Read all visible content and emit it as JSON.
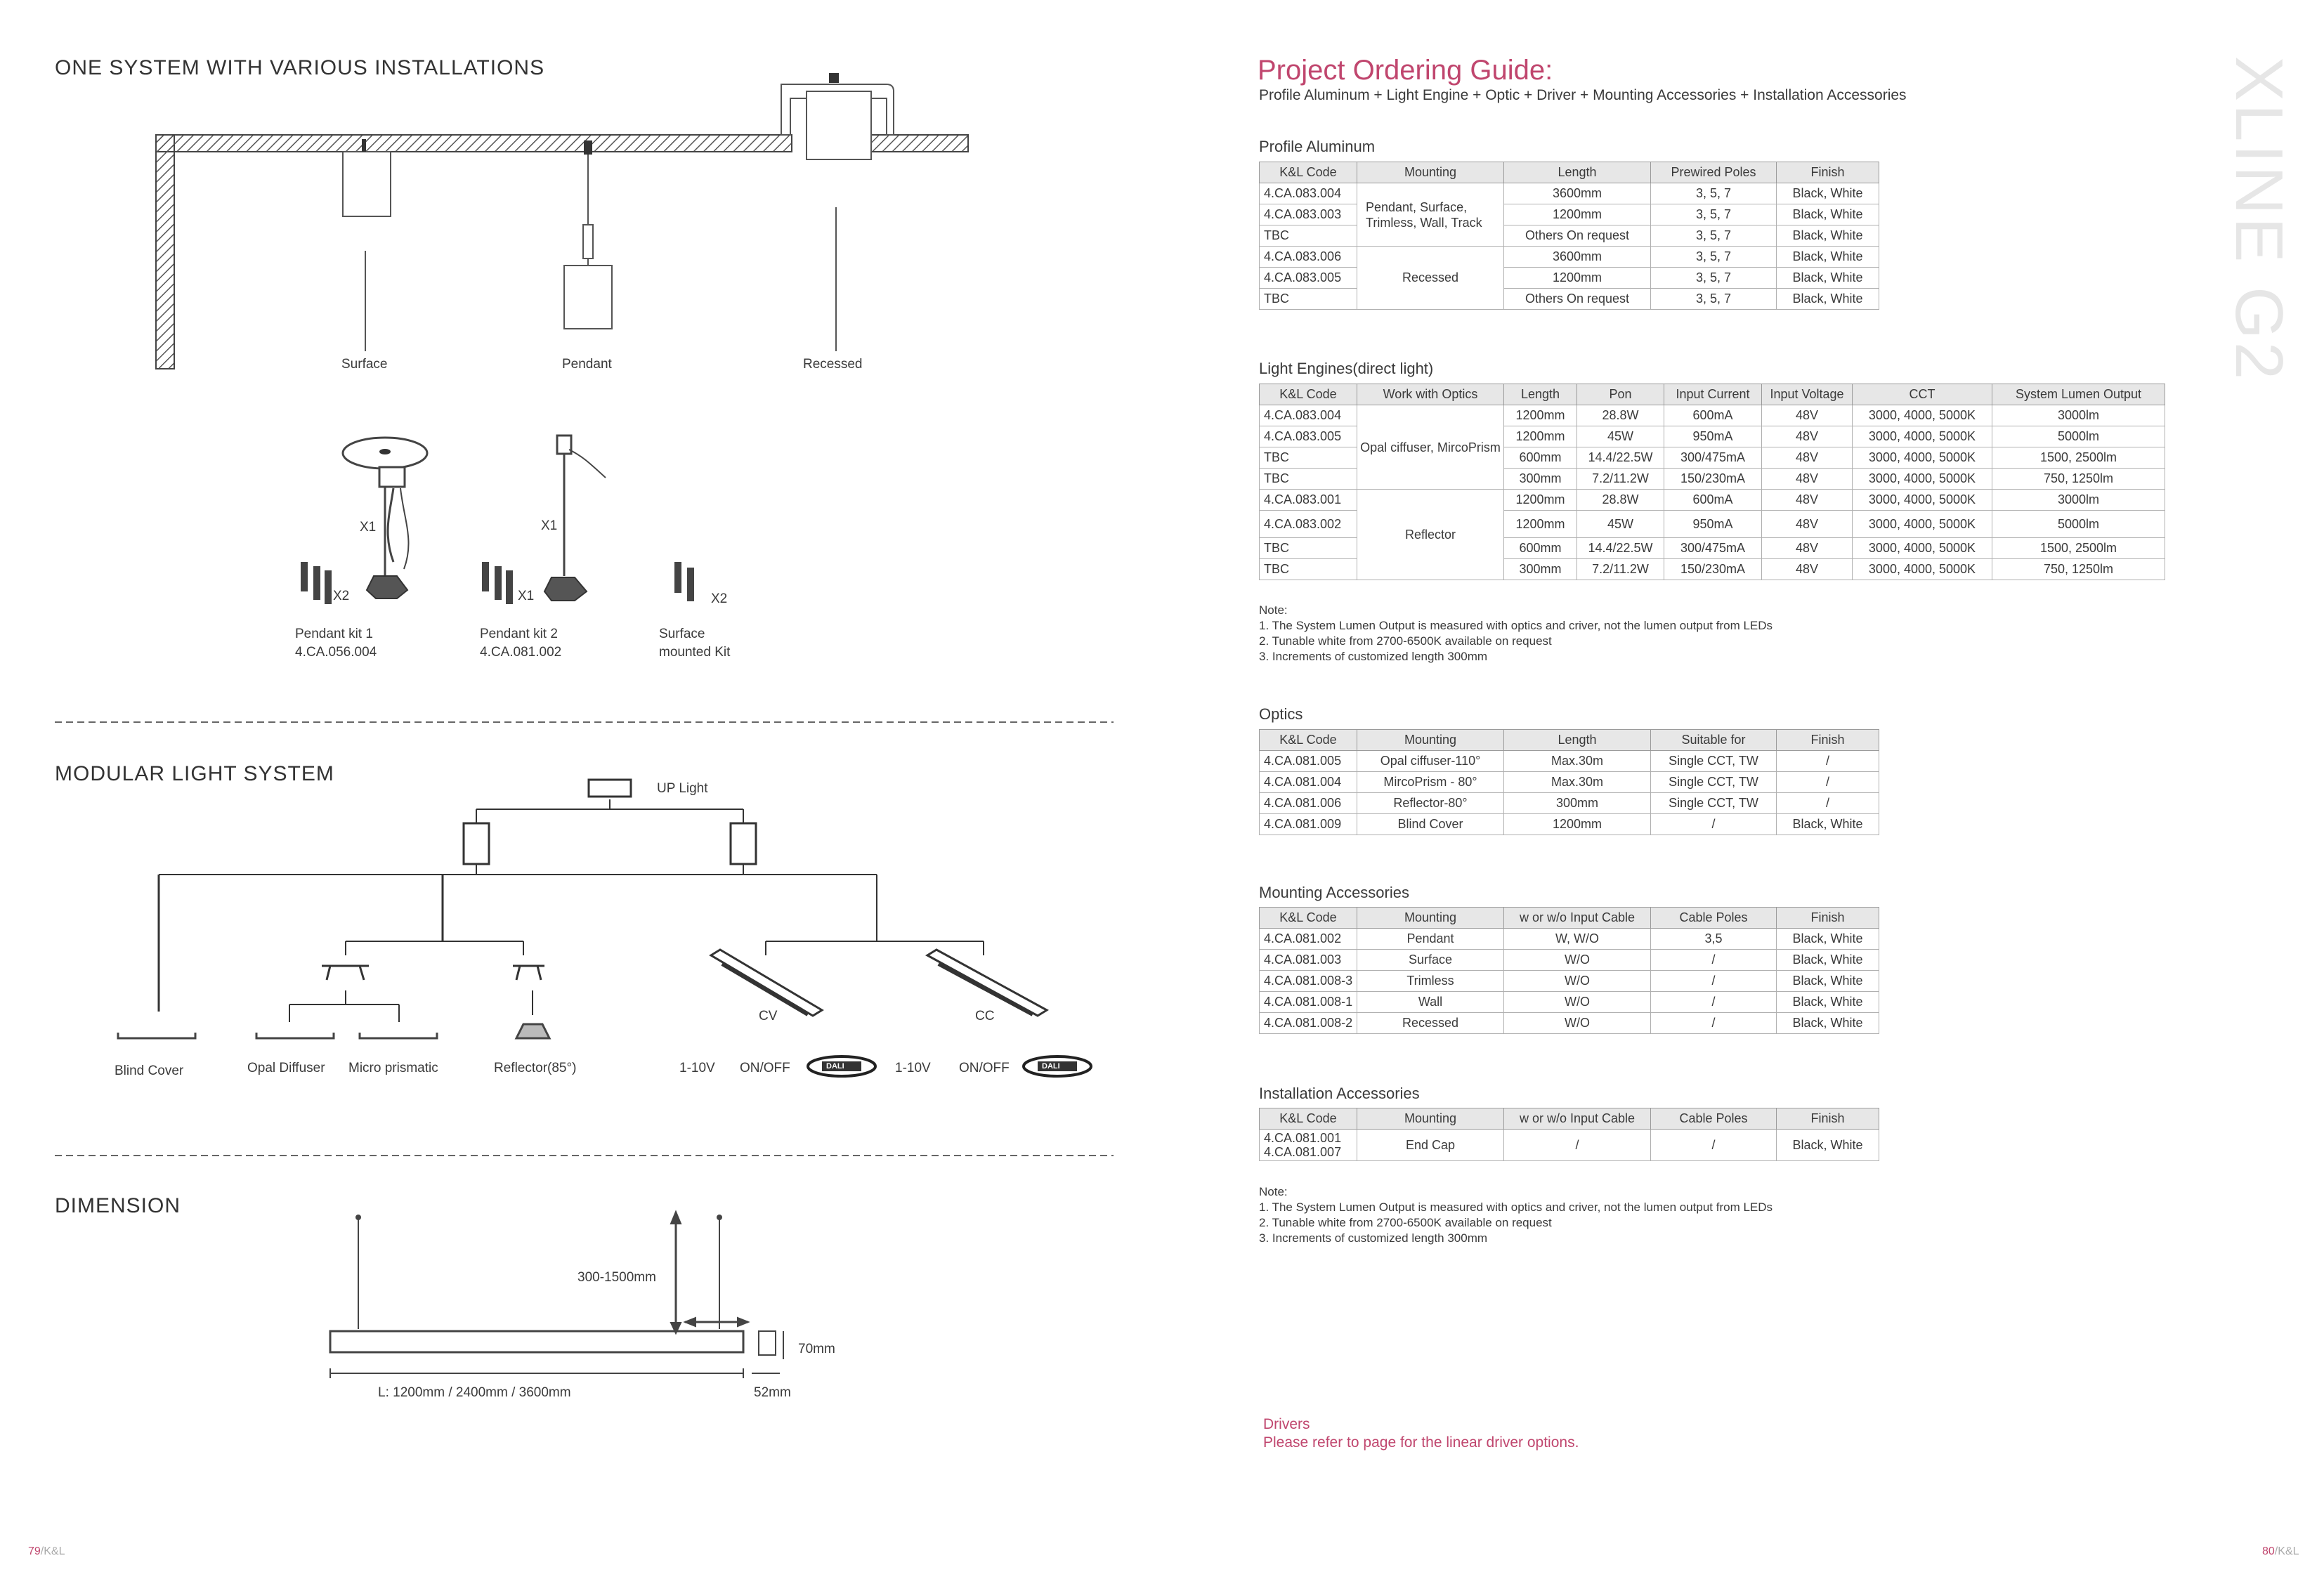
{
  "left": {
    "installations": {
      "title": "ONE SYSTEM WITH VARIOUS INSTALLATIONS",
      "labels": [
        "Surface",
        "Pendant",
        "Recessed"
      ],
      "kits": [
        {
          "name": "Pendant kit 1",
          "code": "4.CA.056.004",
          "qty_main": "X1",
          "qty_screws": "X2"
        },
        {
          "name": "Pendant kit 2",
          "code": "4.CA.081.002",
          "qty_main": "X1",
          "qty_screws": "X1"
        },
        {
          "name": "Surface",
          "name2": "mounted Kit",
          "qty_screws": "X2"
        }
      ]
    },
    "modular": {
      "title": "MODULAR LIGHT SYSTEM",
      "up_light": "UP Light",
      "labels": {
        "blind_cover": "Blind Cover",
        "opal_diffuser": "Opal Diffuser",
        "micro_prismatic": "Micro prismatic",
        "reflector": "Reflector(85°)",
        "cv": "CV",
        "cc": "CC",
        "cv_dim1": "1-10V",
        "cv_dim2": "ON/OFF",
        "cc_dim1": "1-10V",
        "cc_dim2": "ON/OFF",
        "dali": "DALI"
      }
    },
    "dimension": {
      "title": "DIMENSION",
      "suspension": "300-1500mm",
      "height": "70mm",
      "width": "52mm",
      "length": "L: 1200mm / 2400mm / 3600mm"
    },
    "page_number": "79",
    "page_brand": "/K&L"
  },
  "right": {
    "title": "Project Ordering Guide:",
    "subtitle": "Profile Aluminum + Light Engine + Optic + Driver + Mounting Accessories + Installation Accessories",
    "side_title": "XLINE G2",
    "profile": {
      "title": "Profile Aluminum",
      "headers": [
        "K&L Code",
        "Mounting",
        "Length",
        "Prewired Poles",
        "Finish"
      ],
      "mounting_a": "Pendant, Surface, Trimless, Wall, Track",
      "mounting_b": "Recessed",
      "rows": [
        [
          "4.CA.083.004",
          "3600mm",
          "3, 5, 7",
          "Black, White"
        ],
        [
          "4.CA.083.003",
          "1200mm",
          "3, 5, 7",
          "Black, White"
        ],
        [
          "TBC",
          "Others On request",
          "3, 5, 7",
          "Black, White"
        ],
        [
          "4.CA.083.006",
          "3600mm",
          "3, 5, 7",
          "Black, White"
        ],
        [
          "4.CA.083.005",
          "1200mm",
          "3, 5, 7",
          "Black, White"
        ],
        [
          "TBC",
          "Others On request",
          "3, 5, 7",
          "Black, White"
        ]
      ]
    },
    "engines": {
      "title": "Light Engines(direct light)",
      "headers": [
        "K&L Code",
        "Work with Optics",
        "Length",
        "Pon",
        "Input Current",
        "Input Voltage",
        "CCT",
        "System Lumen Output"
      ],
      "optics_a": "Opal ciffuser, MircoPrism",
      "optics_b": "Reflector",
      "rows": [
        [
          "4.CA.083.004",
          "1200mm",
          "28.8W",
          "600mA",
          "48V",
          "3000, 4000, 5000K",
          "3000lm"
        ],
        [
          "4.CA.083.005",
          "1200mm",
          "45W",
          "950mA",
          "48V",
          "3000, 4000, 5000K",
          "5000lm"
        ],
        [
          "TBC",
          "600mm",
          "14.4/22.5W",
          "300/475mA",
          "48V",
          "3000, 4000, 5000K",
          "1500, 2500lm"
        ],
        [
          "TBC",
          "300mm",
          "7.2/11.2W",
          "150/230mA",
          "48V",
          "3000, 4000, 5000K",
          "750, 1250lm"
        ],
        [
          "4.CA.083.001",
          "1200mm",
          "28.8W",
          "600mA",
          "48V",
          "3000, 4000, 5000K",
          "3000lm"
        ],
        [
          "4.CA.083.002",
          "1200mm",
          "45W",
          "950mA",
          "48V",
          "3000, 4000, 5000K",
          "5000lm"
        ],
        [
          "TBC",
          "600mm",
          "14.4/22.5W",
          "300/475mA",
          "48V",
          "3000, 4000, 5000K",
          "1500, 2500lm"
        ],
        [
          "TBC",
          "300mm",
          "7.2/11.2W",
          "150/230mA",
          "48V",
          "3000, 4000, 5000K",
          "750, 1250lm"
        ]
      ]
    },
    "note1": {
      "title": "Note:",
      "lines": [
        "1. The System Lumen Output is measured with optics and criver, not the lumen output from LEDs",
        "2. Tunable white from 2700-6500K available on request",
        "3. Increments of customized length 300mm"
      ]
    },
    "optics": {
      "title": "Optics",
      "headers": [
        "K&L Code",
        "Mounting",
        "Length",
        "Suitable for",
        "Finish"
      ],
      "rows": [
        [
          "4.CA.081.005",
          "Opal ciffuser-110°",
          "Max.30m",
          "Single CCT, TW",
          "/"
        ],
        [
          "4.CA.081.004",
          "MircoPrism - 80°",
          "Max.30m",
          "Single CCT, TW",
          "/"
        ],
        [
          "4.CA.081.006",
          "Reflector-80°",
          "300mm",
          "Single CCT, TW",
          "/"
        ],
        [
          "4.CA.081.009",
          "Blind Cover",
          "1200mm",
          "/",
          "Black, White"
        ]
      ]
    },
    "mounting": {
      "title": "Mounting Accessories",
      "headers": [
        "K&L Code",
        "Mounting",
        "w or w/o Input Cable",
        "Cable Poles",
        "Finish"
      ],
      "rows": [
        [
          "4.CA.081.002",
          "Pendant",
          "W, W/O",
          "3,5",
          "Black, White"
        ],
        [
          "4.CA.081.003",
          "Surface",
          "W/O",
          "/",
          "Black, White"
        ],
        [
          "4.CA.081.008-3",
          "Trimless",
          "W/O",
          "/",
          "Black, White"
        ],
        [
          "4.CA.081.008-1",
          "Wall",
          "W/O",
          "/",
          "Black, White"
        ],
        [
          "4.CA.081.008-2",
          "Recessed",
          "W/O",
          "/",
          "Black, White"
        ]
      ]
    },
    "installation": {
      "title": "Installation Accessories",
      "headers": [
        "K&L Code",
        "Mounting",
        "w or w/o Input Cable",
        "Cable Poles",
        "Finish"
      ],
      "codes": [
        "4.CA.081.001",
        "4.CA.081.007"
      ],
      "row": [
        "End Cap",
        "/",
        "/",
        "Black, White"
      ]
    },
    "note2": {
      "title": "Note:",
      "lines": [
        "1. The System Lumen Output is measured with optics and criver, not the lumen output from LEDs",
        "2. Tunable white from 2700-6500K available on request",
        "3. Increments of customized length 300mm"
      ]
    },
    "drivers": {
      "title": "Drivers",
      "text": "Please refer to page for the linear driver options."
    },
    "page_number": "80",
    "page_brand": "/K&L"
  },
  "colors": {
    "accent": "#c0466e",
    "side_title": "#e6e6e6",
    "header_bg": "#e7e7e7"
  }
}
